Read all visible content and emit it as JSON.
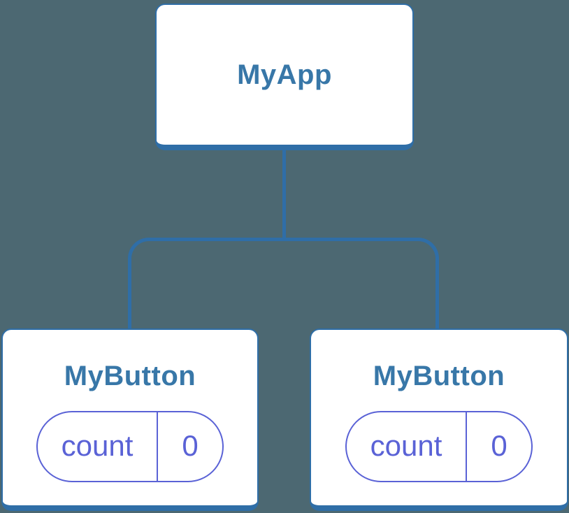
{
  "theme": {
    "background": "#4c6872",
    "node_fill": "#ffffff",
    "node_border": "#2f6ea7",
    "node_label_color": "#3877a8",
    "state_color": "#5a62d6"
  },
  "tree": {
    "root": {
      "label": "MyApp"
    },
    "children": [
      {
        "label": "MyButton",
        "state": {
          "key": "count",
          "value": "0"
        }
      },
      {
        "label": "MyButton",
        "state": {
          "key": "count",
          "value": "0"
        }
      }
    ]
  }
}
